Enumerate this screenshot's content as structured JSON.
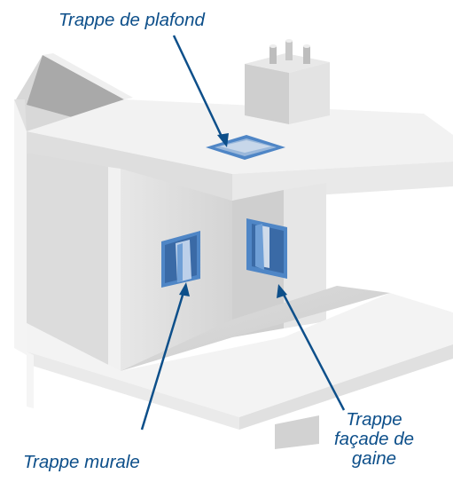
{
  "labels": {
    "plafond": "Trappe de plafond",
    "murale": "Trappe murale",
    "gaine_line1": "Trappe",
    "gaine_line2": "façade de",
    "gaine_line3": "gaine"
  },
  "colors": {
    "accent": "#0d4f8a",
    "hatch_frame": "#4f86c6",
    "hatch_fill": "#6f9fd6",
    "wall": "#ececec",
    "wall_shadow": "#cfcfcf"
  },
  "icons": [
    "ceiling-hatch-icon",
    "wall-hatch-icon",
    "shaft-hatch-icon",
    "chimney-icon"
  ]
}
